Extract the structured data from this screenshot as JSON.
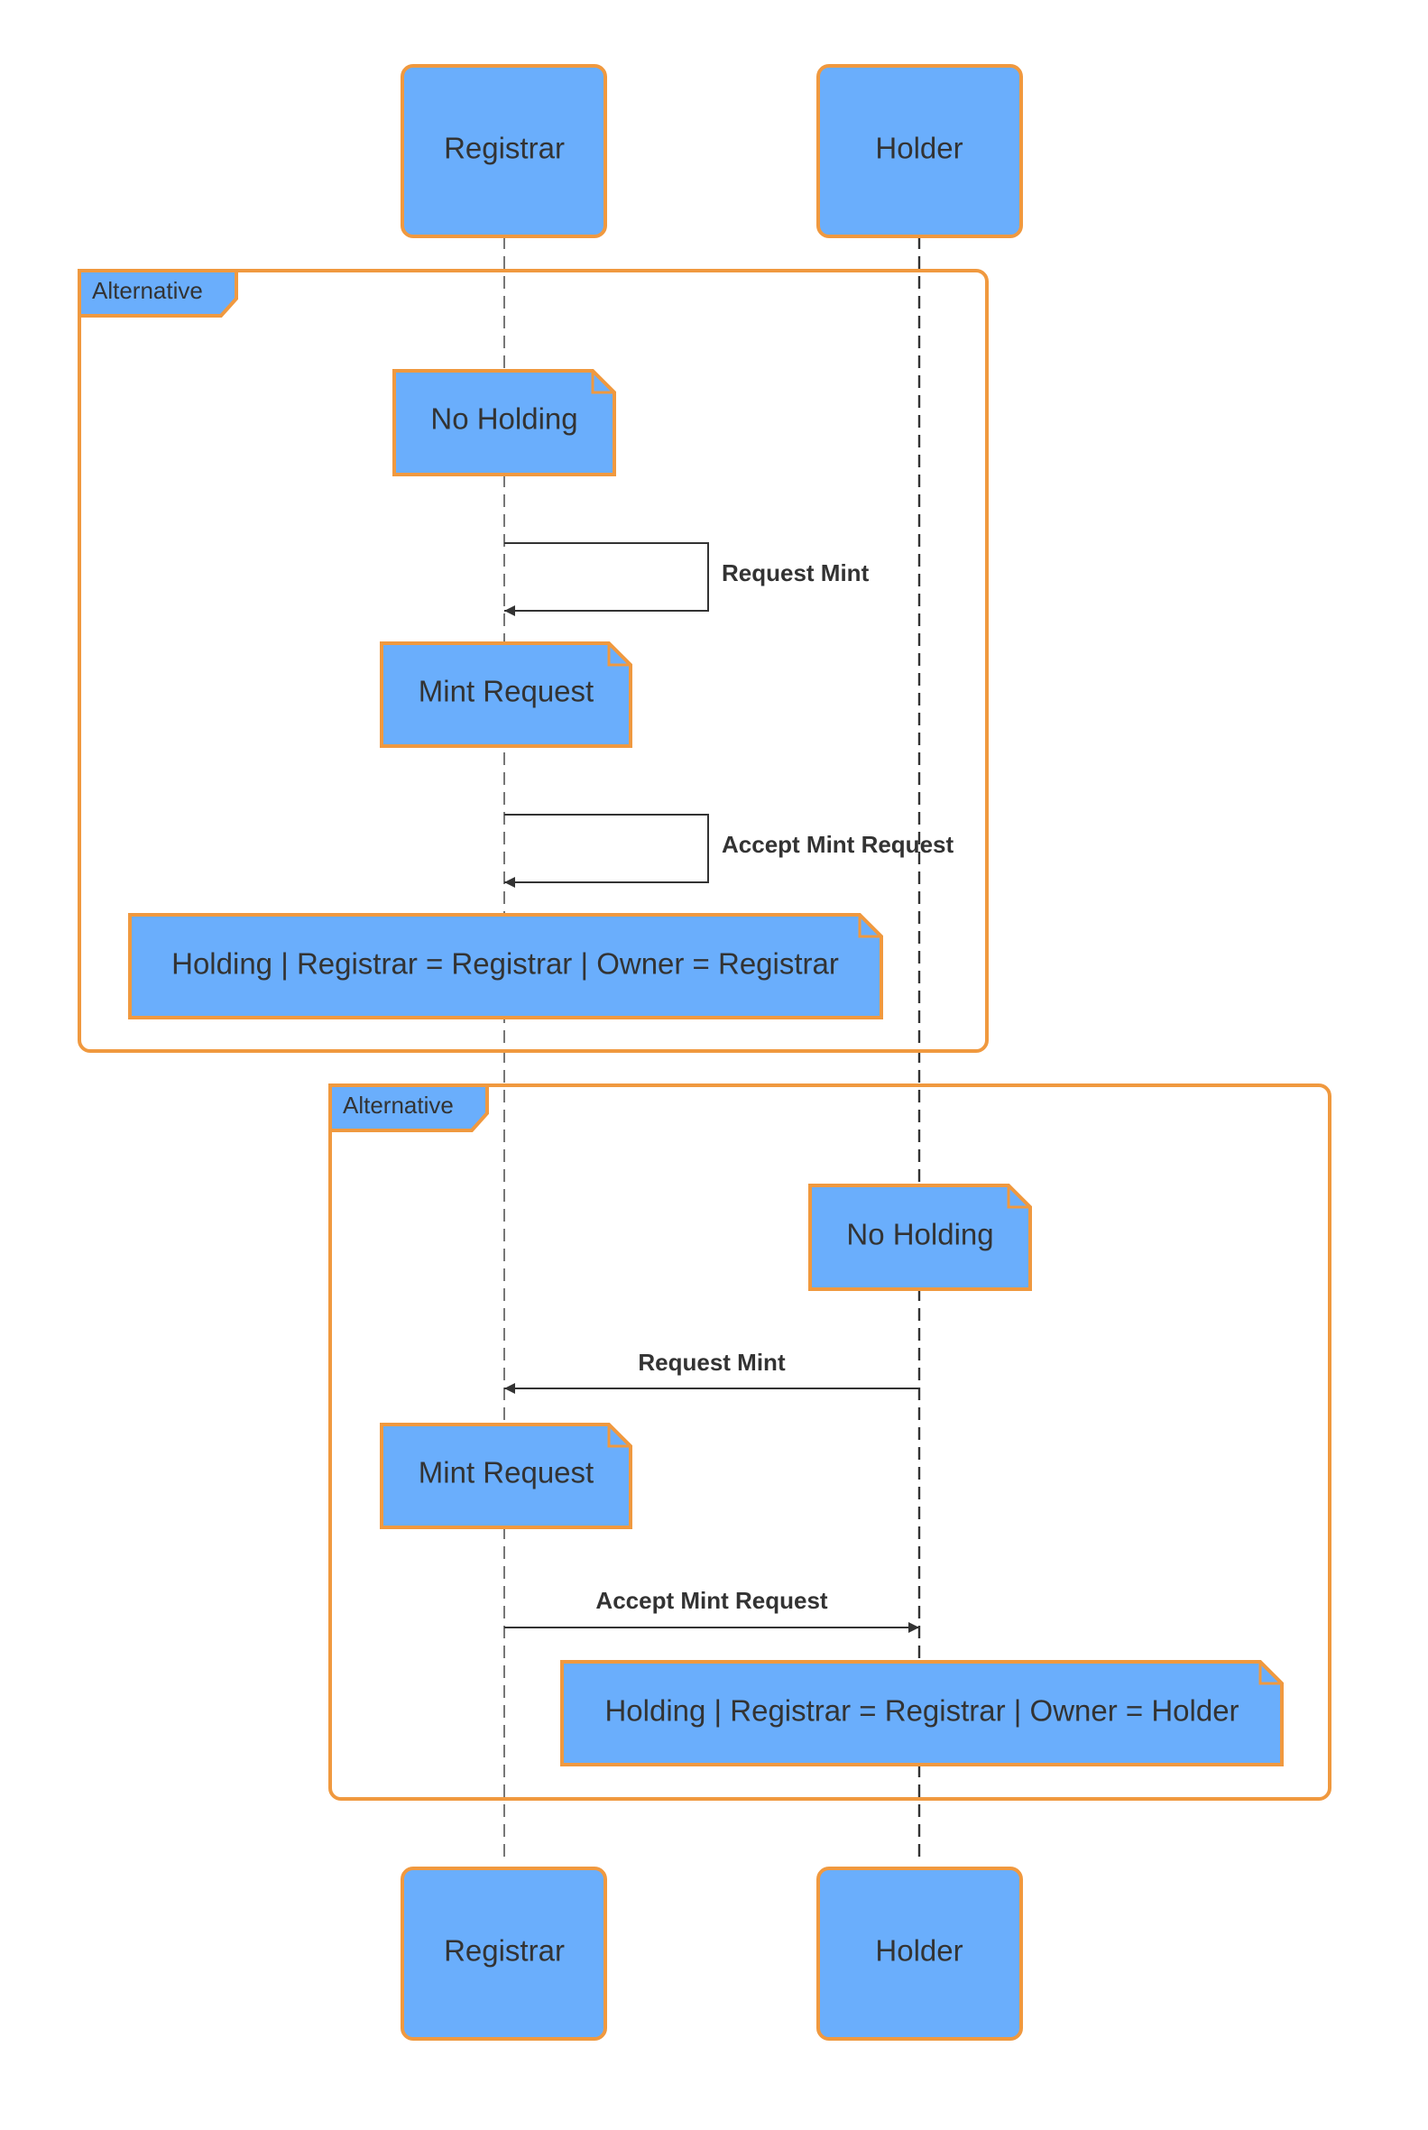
{
  "participants": {
    "registrar_top": "Registrar",
    "holder_top": "Holder",
    "registrar_bottom": "Registrar",
    "holder_bottom": "Holder"
  },
  "frames": [
    {
      "tag": "Alternative",
      "notes": {
        "no_holding": "No Holding",
        "mint_request": "Mint Request",
        "holding": "Holding | Registrar = Registrar | Owner = Registrar"
      },
      "messages": {
        "request_mint": "Request Mint",
        "accept_mint_request": "Accept Mint Request"
      }
    },
    {
      "tag": "Alternative",
      "notes": {
        "no_holding": "No Holding",
        "mint_request": "Mint Request",
        "holding": "Holding | Registrar = Registrar | Owner = Holder"
      },
      "messages": {
        "request_mint": "Request Mint",
        "accept_mint_request": "Accept Mint Request"
      }
    }
  ],
  "colors": {
    "fill": "#6aaefc",
    "stroke": "#f0993f",
    "text": "#333333",
    "line": "#333333"
  }
}
